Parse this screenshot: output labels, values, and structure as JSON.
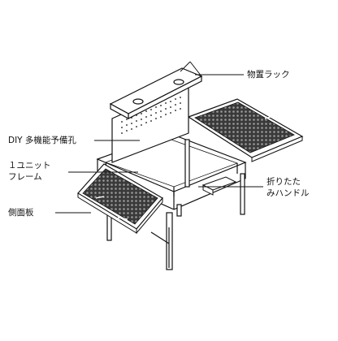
{
  "labels": {
    "storage_rack": "物置ラック",
    "diy_holes": "DIY 多機能予備孔",
    "unit_frame_1": "１ユニット",
    "unit_frame_2": "フレーム",
    "folding_handle_1": "折りたた",
    "folding_handle_2": "みハンドル",
    "side_panel": "側面板"
  }
}
